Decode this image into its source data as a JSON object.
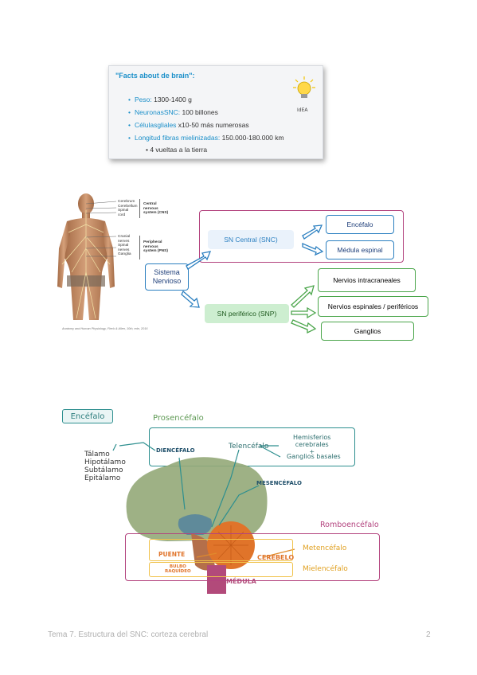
{
  "facts": {
    "title": "\"Facts about de brain\":",
    "items": [
      {
        "key": "Peso:",
        "value": " 1300-1400 g"
      },
      {
        "key": "NeuronasSNC:",
        "value": " 100 billones"
      },
      {
        "key": "Célulasgliales",
        "value": " x10-50 más numerosas"
      },
      {
        "key": "Longitud fibras mielinizadas:",
        "value": " 150.000-180.000 km"
      }
    ],
    "subitem": "4 vueltas a la tierra",
    "idea_label": "IdEA"
  },
  "body_figure": {
    "labels_top": [
      "Cerebrum",
      "Cerebellum",
      "Spinal",
      "cord"
    ],
    "brace_top": [
      "Central",
      "nervous",
      "system (CNS)"
    ],
    "labels_bottom": [
      "Cranial",
      "nerves",
      "Spinal",
      "nerves",
      "Ganglia"
    ],
    "brace_bottom": [
      "Peripheral",
      "nervous",
      "system (PNS)"
    ],
    "credit": "Anatomy and Human Physiology, Fleck & Allen, 10th, edn, 2016"
  },
  "diagram": {
    "sistema": [
      "Sistema",
      "Nervioso"
    ],
    "snc": "SN Central (SNC)",
    "snp": "SN periférico (SNP)",
    "encefalo": "Encéfalo",
    "medula": "Médula espinal",
    "intracraneales": "Nervios intracraneales",
    "espinales": "Nervios espinales / periféricos",
    "ganglios": "Ganglios"
  },
  "brain": {
    "encefalo_tag": "Encéfalo",
    "prosencefalo": "Prosencéfalo",
    "diencefalo": "DIENCÉFALO",
    "telencefalo": "Telencéfalo",
    "hemisferios": [
      "Hemisferios",
      "cerebrales"
    ],
    "plus": "+",
    "ganglios_basales": "Ganglios basales",
    "dien_parts": [
      "Tálamo",
      "Hipotálamo",
      "Subtálamo",
      "Epitálamo"
    ],
    "mesencefalo": "MESENCÉFALO",
    "romboencefalo": "Romboencéfalo",
    "puente": "PUENTE",
    "cerebelo": "CEREBELO",
    "bulbo": [
      "BULBO",
      "RAQUÍDEO"
    ],
    "medula": "MÉDULA",
    "metencefalo": "Metencéfalo",
    "mielencefalo": "Mielencéfalo"
  },
  "footer": {
    "title": "Tema 7. Estructura del SNC: corteza cerebral",
    "page": "2"
  },
  "colors": {
    "accent_blue": "#1a8fc9",
    "pink": "#b3437e",
    "green": "#4aa54a",
    "teal": "#2d8f8f",
    "orange": "#e08a2c"
  }
}
